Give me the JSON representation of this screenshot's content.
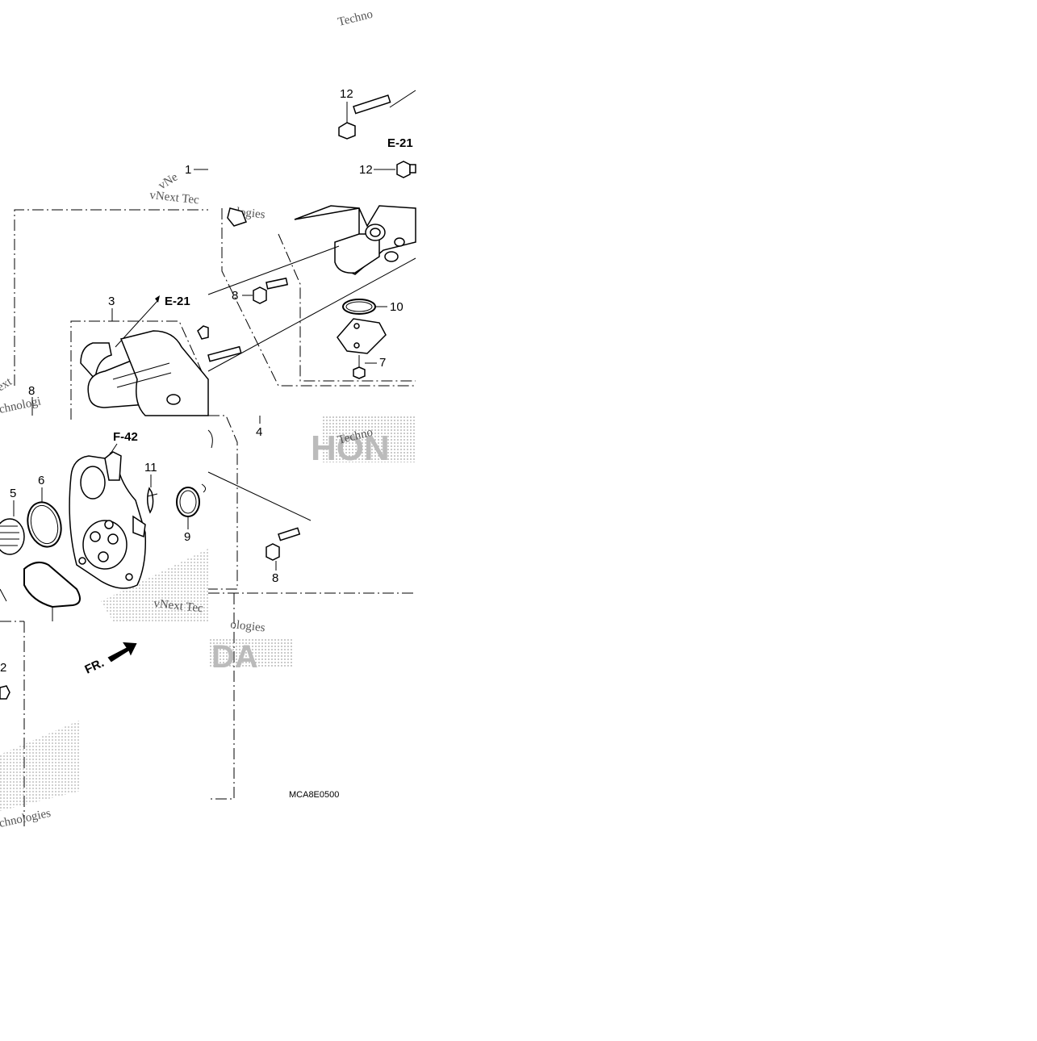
{
  "diagram": {
    "drawing_code": "MCA8E0500",
    "front_label": "FR.",
    "references": {
      "e21_top": "E-21",
      "e21_mid": "E-21",
      "f42": "F-42"
    },
    "callouts": {
      "c1": "1",
      "c2": "2",
      "c3": "3",
      "c4": "4",
      "c5": "5",
      "c6": "6",
      "c7": "7",
      "c8a": "8",
      "c8b": "8",
      "c8c": "8",
      "c9": "9",
      "c10": "10",
      "c11": "11",
      "c12a": "12",
      "c12b": "12"
    },
    "watermarks": {
      "w1": "Techno",
      "w2": "vNext Tec",
      "w3": "ologies",
      "w4": "chnologi",
      "w5": "Techno",
      "w6": "vNext Tec",
      "w7": "ologies",
      "w8": "chnologies",
      "w9": "vNe",
      "w10": "ext"
    },
    "logo_text": {
      "l1": "HON",
      "l2": "DA"
    }
  }
}
